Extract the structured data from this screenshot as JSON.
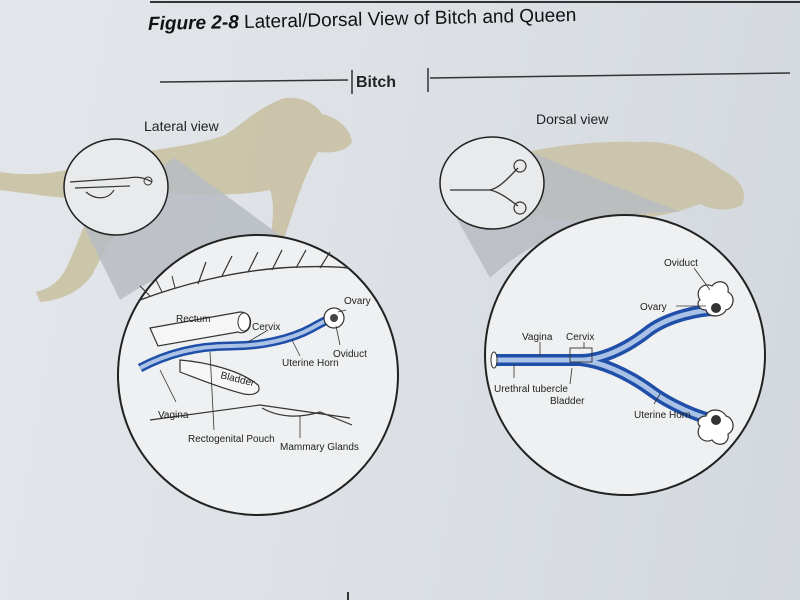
{
  "figure": {
    "number": "Figure 2-8",
    "title": "Lateral/Dorsal View of Bitch and Queen"
  },
  "section_label": "Bitch",
  "lateral": {
    "heading": "Lateral view",
    "labels": {
      "rectum": "Rectum",
      "cervix": "Cervix",
      "ovary": "Ovary",
      "oviduct": "Oviduct",
      "uterine_horn": "Uterine Horn",
      "bladder": "Bladder",
      "vagina": "Vagina",
      "rectogenital_pouch": "Rectogenital Pouch",
      "mammary_glands": "Mammary Glands"
    }
  },
  "dorsal": {
    "heading": "Dorsal view",
    "labels": {
      "oviduct": "Oviduct",
      "ovary": "Ovary",
      "vagina": "Vagina",
      "cervix": "Cervix",
      "urethral_tubercle": "Urethral tubercle",
      "bladder": "Bladder",
      "uterine_horn": "Uterine Horn"
    }
  },
  "colors": {
    "dog": "#c9c1a3",
    "tract": "#1f4fa8",
    "tract_light": "#a9c2e6",
    "ink": "#222222"
  }
}
